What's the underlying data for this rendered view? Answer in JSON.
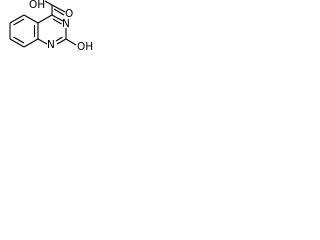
{
  "molecule": {
    "atom_labels": {
      "carboxyl_oh": "OH",
      "carbonyl_o": "O",
      "n3": "N",
      "n1": "N",
      "hydroxyl_oh": "OH"
    },
    "bond_color": "#000000",
    "background": "#ffffff"
  }
}
